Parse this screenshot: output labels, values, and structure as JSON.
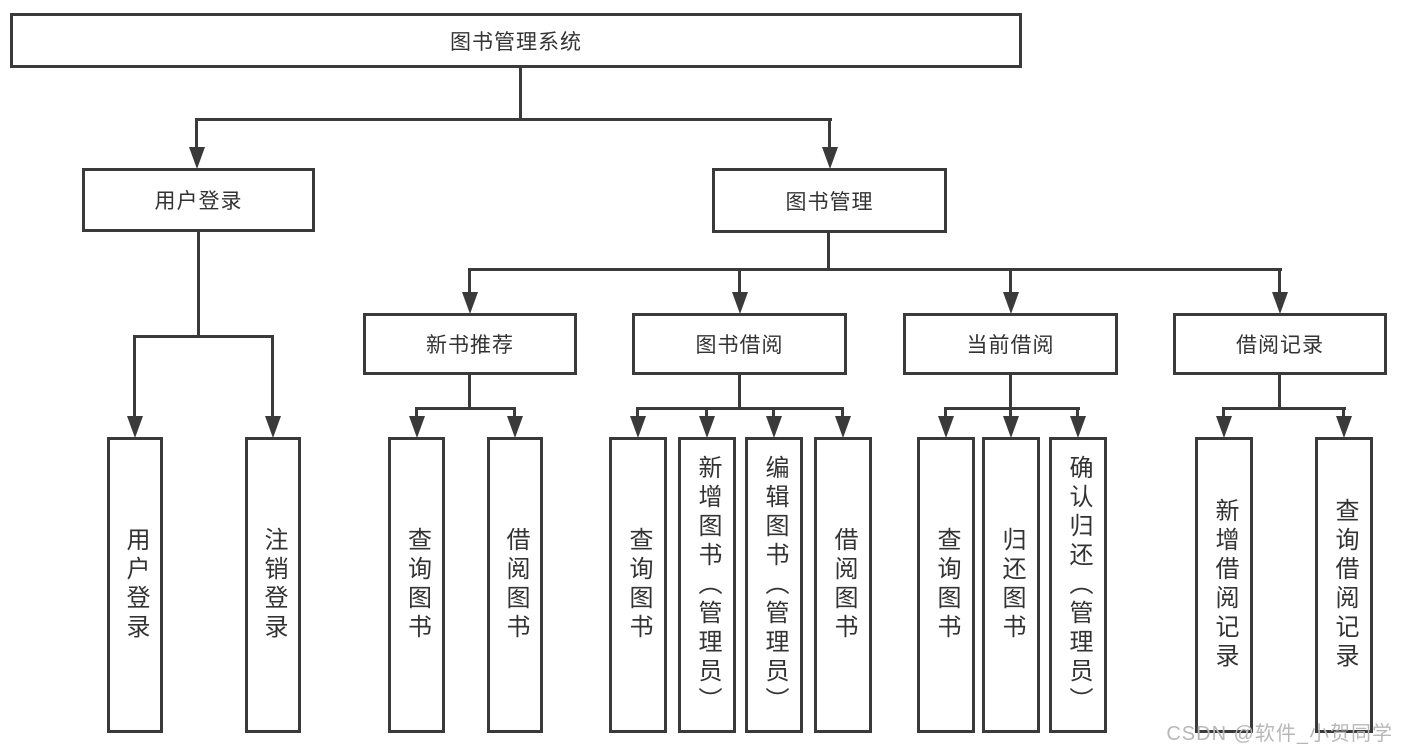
{
  "diagram": {
    "title": "图书管理系统",
    "type": "functional-structure-chart"
  },
  "nodes": {
    "root": {
      "label": "图书管理系统"
    },
    "user_login": {
      "label": "用户登录"
    },
    "book_mgmt": {
      "label": "图书管理"
    },
    "new_books": {
      "label": "新书推荐"
    },
    "book_borrow": {
      "label": "图书借阅"
    },
    "current_borrow": {
      "label": "当前借阅"
    },
    "borrow_records": {
      "label": "借阅记录"
    },
    "leaf_user_login": {
      "label": "用户登录"
    },
    "leaf_logout": {
      "label": "注销登录"
    },
    "leaf_nb_query": {
      "label": "查询图书"
    },
    "leaf_nb_borrow": {
      "label": "借阅图书"
    },
    "leaf_bb_query": {
      "label": "查询图书"
    },
    "leaf_bb_add": {
      "label": "新增图书（管理员）"
    },
    "leaf_bb_edit": {
      "label": "编辑图书（管理员）"
    },
    "leaf_bb_borrow": {
      "label": "借阅图书"
    },
    "leaf_cb_query": {
      "label": "查询图书"
    },
    "leaf_cb_return": {
      "label": "归还图书"
    },
    "leaf_cb_confirm": {
      "label": "确认归还（管理员）"
    },
    "leaf_br_add": {
      "label": "新增借阅记录"
    },
    "leaf_br_query": {
      "label": "查询借阅记录"
    }
  },
  "watermark": {
    "text": "CSDN @软件_小贺同学"
  },
  "colors": {
    "line": "#3a3a3a",
    "text": "#333333",
    "watermark": "#b8b8b8",
    "background": "#ffffff"
  }
}
